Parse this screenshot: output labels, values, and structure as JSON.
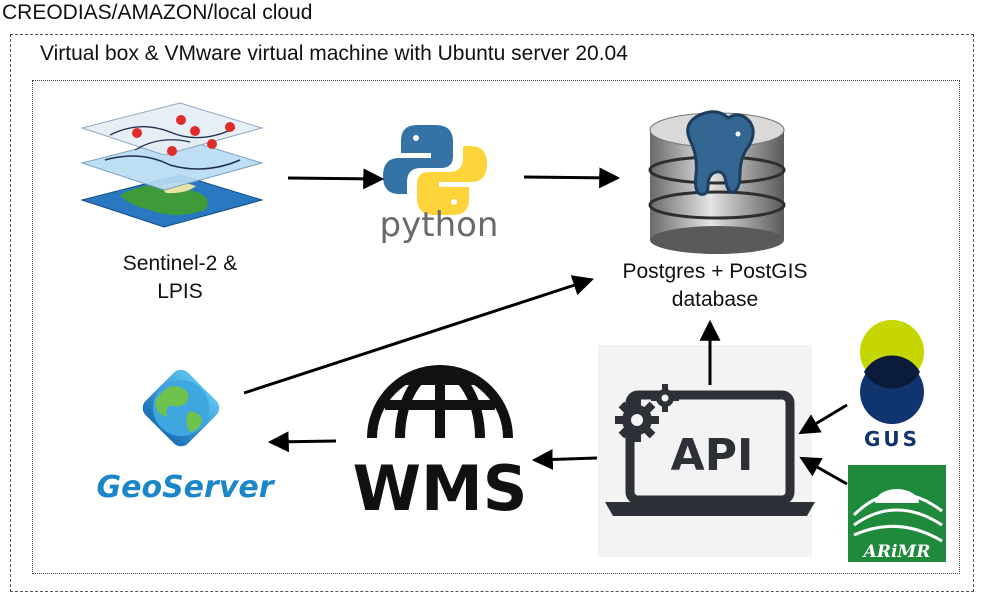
{
  "header": {
    "title": "CREODIAS/AMAZON/local cloud"
  },
  "vm": {
    "title": "Virtual box & VMware virtual machine with Ubuntu server 20.04"
  },
  "nodes": {
    "sentinel": {
      "line1": "Sentinel-2 &",
      "line2": "LPIS",
      "icon": "map-layers-icon"
    },
    "python": {
      "wordmark": "python",
      "icon": "python-logo-icon"
    },
    "postgres": {
      "line1": "Postgres + PostGIS",
      "line2": "database",
      "icon": "database-elephant-icon"
    },
    "geoserver": {
      "wordmark": "GeoServer",
      "icon": "globe-icon"
    },
    "wms": {
      "wordmark": "WMS",
      "icon": "globe-wireframe-icon"
    },
    "api": {
      "wordmark": "API",
      "icon": "laptop-gears-icon"
    },
    "gus": {
      "wordmark": "GUS",
      "icon": "gus-logo-icon"
    },
    "arimr": {
      "wordmark": "ARiMR",
      "icon": "arimr-logo-icon"
    }
  },
  "colors": {
    "geoserver_blue": "#1b87c9",
    "python_blue": "#3572a5",
    "python_yellow": "#ffd43b",
    "gus_yellow": "#c5d600",
    "gus_navy": "#10356e",
    "arimr_green": "#1f8a3c",
    "api_dark": "#2d3137",
    "layer_blue": "#2a78c2"
  }
}
